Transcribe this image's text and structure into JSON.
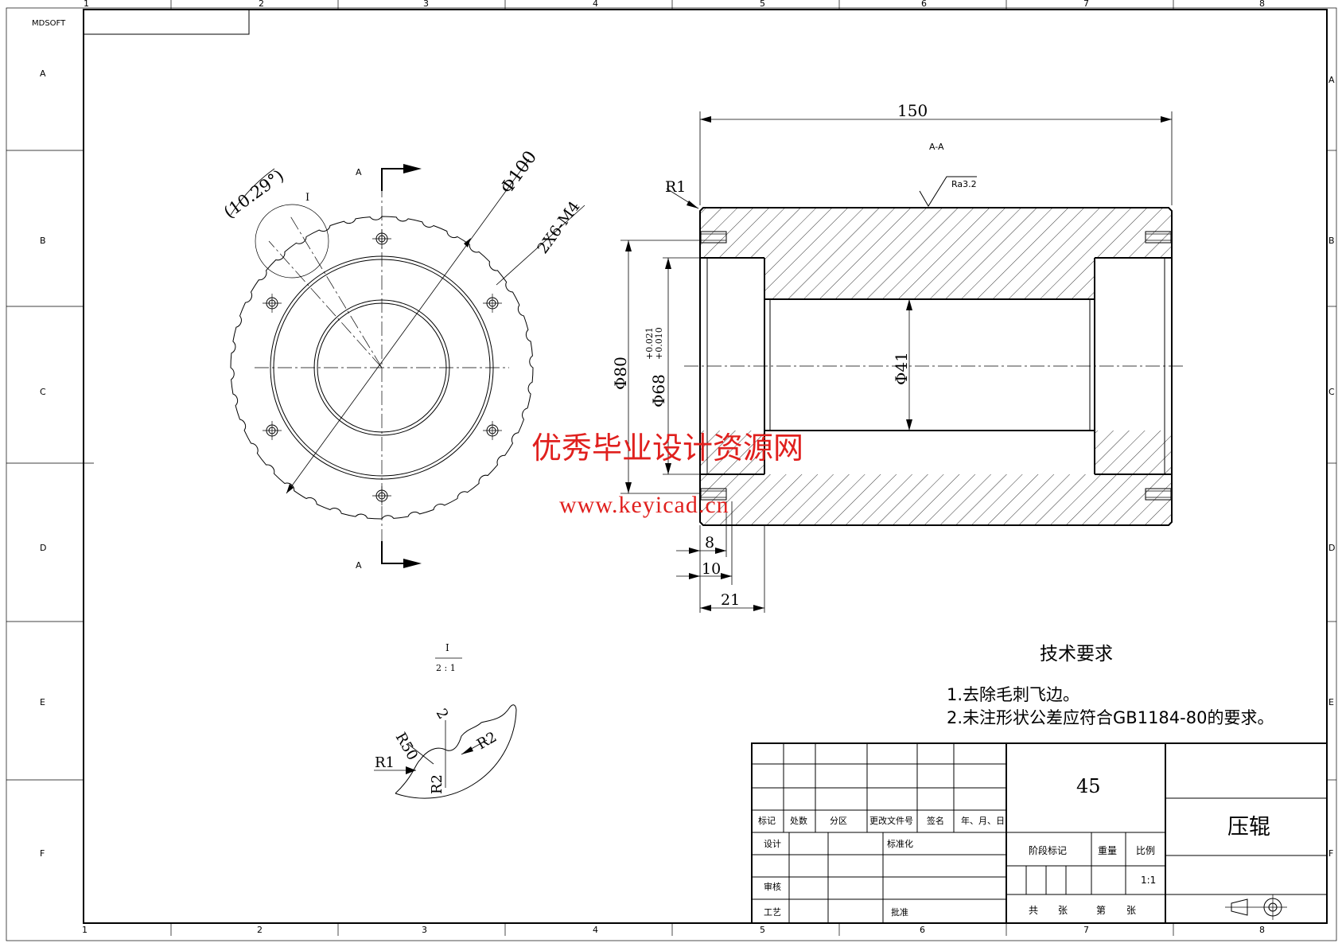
{
  "title_block": {
    "software": "MDSOFT",
    "part_name": "压辊",
    "material": "45",
    "scale": "1:1",
    "headers": [
      "标记",
      "处数",
      "分区",
      "更改文件号",
      "签名",
      "年、月、日"
    ],
    "design": "设计",
    "standardize": "标准化",
    "review": "审核",
    "process": "工艺",
    "approve": "批准",
    "stage_mark": "阶段标记",
    "weight": "重量",
    "ratio": "比例",
    "sheets_total": "共",
    "sheets_unit1": "张",
    "sheet_no": "第",
    "sheets_unit2": "张"
  },
  "grid": {
    "columns": [
      "1",
      "2",
      "3",
      "4",
      "5",
      "6",
      "7",
      "8"
    ],
    "rows": [
      "A",
      "B",
      "C",
      "D",
      "E",
      "F"
    ]
  },
  "front_view": {
    "section_label_top": "A",
    "section_label_bottom": "A",
    "angle": "(10.29°)",
    "dia_outer": "Φ100",
    "holes": "2X6-M4",
    "detail_marker": "I"
  },
  "section_view": {
    "title": "A-A",
    "length": "150",
    "roughness": "Ra3.2",
    "radius": "R1",
    "dia80": "Φ80",
    "dia68": "Φ68",
    "tol_upper": "+0.021",
    "tol_lower": "+0.010",
    "dia41": "Φ41",
    "dim8": "8",
    "dim10": "10",
    "dim21": "21"
  },
  "detail_view": {
    "label": "I",
    "scale": "2 : 1",
    "r50": "R50",
    "dim2": "2",
    "r2a": "R2",
    "r2b": "R2",
    "r1": "R1"
  },
  "tech_requirements": {
    "heading": "技术要求",
    "items": [
      "1.去除毛刺飞边。",
      "2.未注形状公差应符合GB1184-80的要求。"
    ]
  },
  "watermark": {
    "line1": "优秀毕业设计资源网",
    "line2": "www.keyicad.cn"
  }
}
